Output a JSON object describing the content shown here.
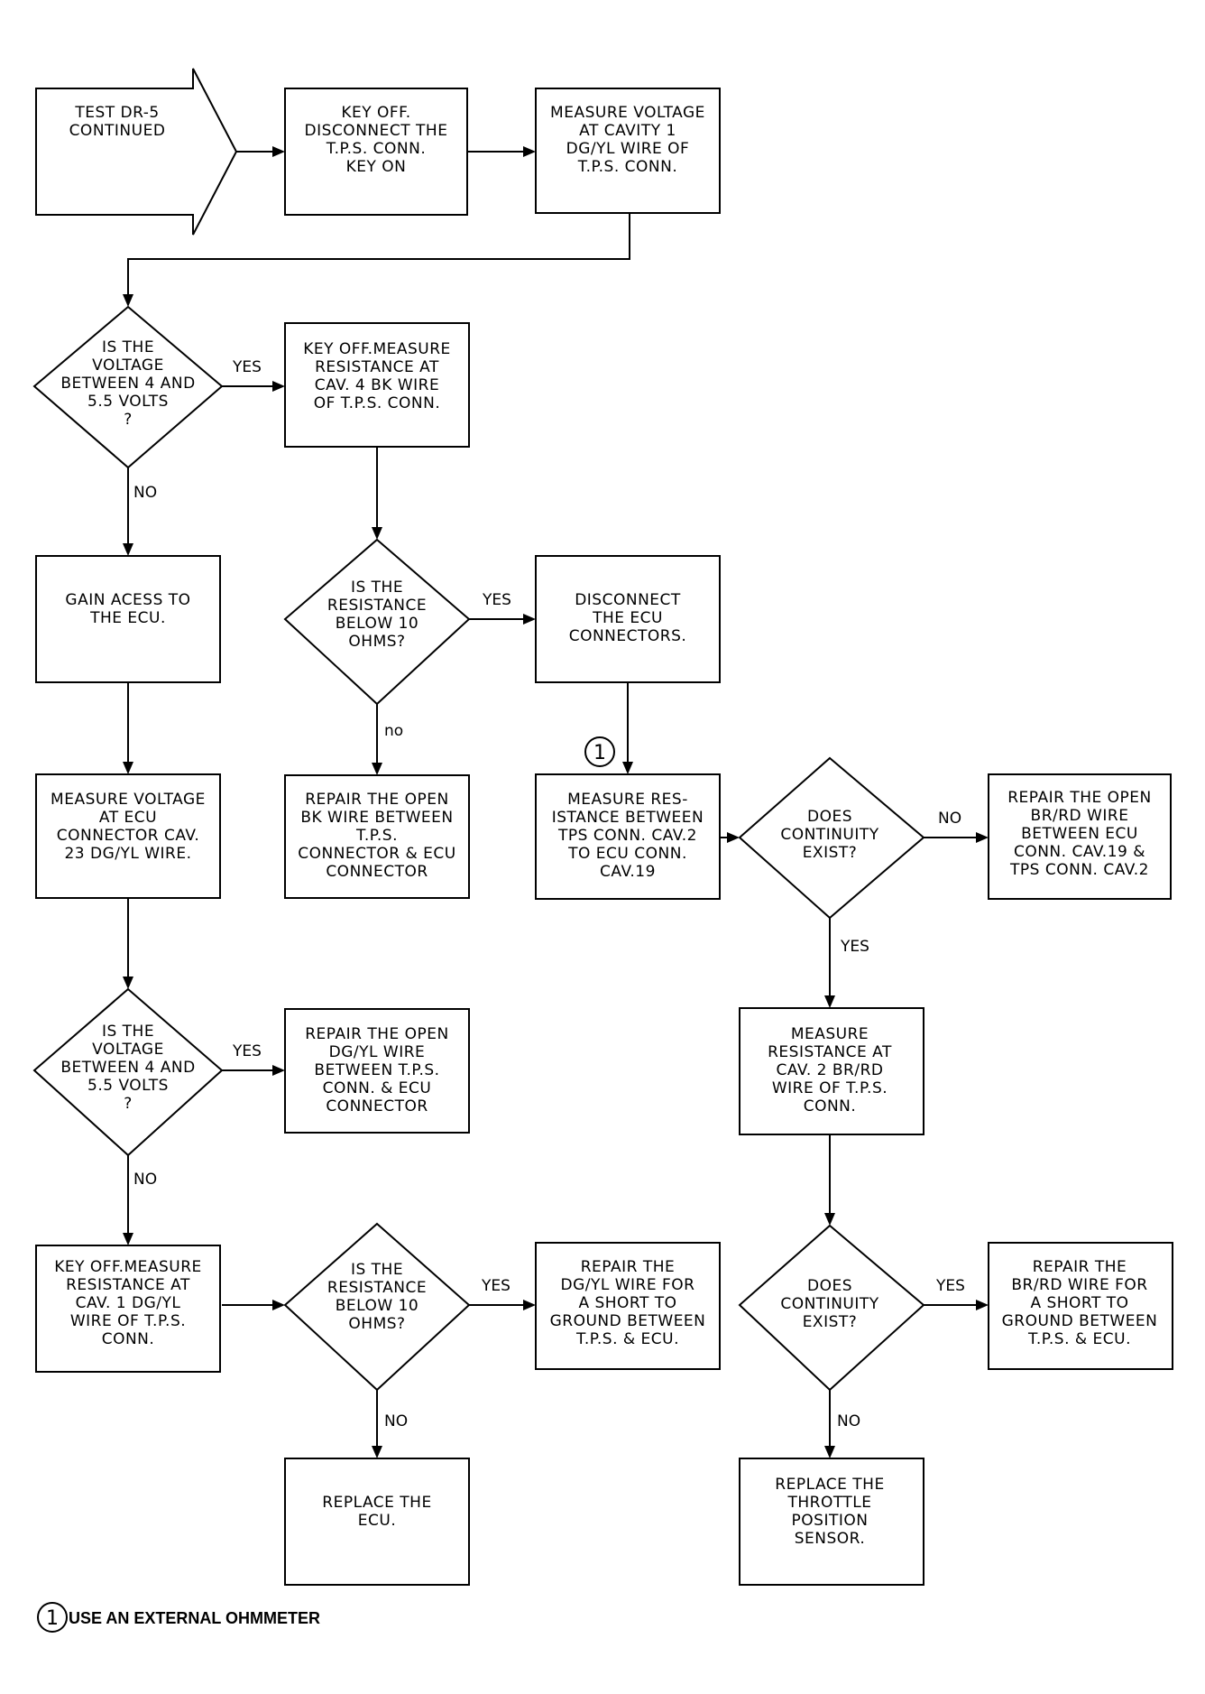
{
  "nodes": {
    "start": [
      "TEST DR-5",
      "CONTINUED"
    ],
    "key_off_disconnect": [
      "KEY OFF.",
      "DISCONNECT THE",
      "T.P.S. CONN.",
      "KEY ON"
    ],
    "measure_cav1": [
      "MEASURE VOLTAGE",
      "AT CAVITY 1",
      "DG/YL WIRE OF",
      "T.P.S. CONN."
    ],
    "voltage_check_1": [
      "IS THE",
      "VOLTAGE",
      "BETWEEN 4 AND",
      "5.5 VOLTS",
      "?"
    ],
    "measure_res_cav4": [
      "KEY OFF.MEASURE",
      "RESISTANCE AT",
      "CAV. 4 BK WIRE",
      "OF T.P.S. CONN."
    ],
    "gain_access": [
      "GAIN ACESS TO",
      "THE ECU."
    ],
    "resistance_check_1": [
      "IS THE",
      "RESISTANCE",
      "BELOW 10",
      "OHMS?"
    ],
    "disconnect_ecu": [
      "DISCONNECT",
      "THE ECU",
      "CONNECTORS."
    ],
    "measure_ecu_cav23": [
      "MEASURE VOLTAGE",
      "AT ECU",
      "CONNECTOR CAV.",
      "23 DG/YL WIRE."
    ],
    "repair_bk": [
      "REPAIR THE OPEN",
      "BK WIRE BETWEEN",
      "T.P.S.",
      "CONNECTOR & ECU",
      "CONNECTOR"
    ],
    "measure_res_cav2_19": [
      "MEASURE RES-",
      "ISTANCE BETWEEN",
      "TPS CONN. CAV.2",
      "TO ECU CONN.",
      "CAV.19"
    ],
    "continuity_check_1": [
      "DOES",
      "CONTINUITY",
      "EXIST?"
    ],
    "repair_br_rd_open": [
      "REPAIR THE OPEN",
      "BR/RD WIRE",
      "BETWEEN ECU",
      "CONN. CAV.19 &",
      "TPS CONN. CAV.2"
    ],
    "voltage_check_2": [
      "IS THE",
      "VOLTAGE",
      "BETWEEN 4 AND",
      "5.5 VOLTS",
      "?"
    ],
    "repair_dg_yl_open": [
      "REPAIR THE OPEN",
      "DG/YL WIRE",
      "BETWEEN T.P.S.",
      "CONN. & ECU",
      "CONNECTOR"
    ],
    "measure_res_cav2_br": [
      "MEASURE",
      "RESISTANCE AT",
      "CAV. 2 BR/RD",
      "WIRE OF T.P.S.",
      "CONN."
    ],
    "measure_res_cav1": [
      "KEY OFF.MEASURE",
      "RESISTANCE AT",
      "CAV. 1 DG/YL",
      "WIRE OF T.P.S.",
      "CONN."
    ],
    "resistance_check_2": [
      "IS THE",
      "RESISTANCE",
      "BELOW 10",
      "OHMS?"
    ],
    "repair_dg_yl_short": [
      "REPAIR THE",
      "DG/YL WIRE FOR",
      "A SHORT TO",
      "GROUND BETWEEN",
      "T.P.S. & ECU."
    ],
    "continuity_check_2": [
      "DOES",
      "CONTINUITY",
      "EXIST?"
    ],
    "repair_br_rd_short": [
      "REPAIR THE",
      "BR/RD WIRE FOR",
      "A SHORT TO",
      "GROUND BETWEEN",
      "T.P.S. & ECU."
    ],
    "replace_ecu": [
      "REPLACE THE",
      "ECU."
    ],
    "replace_tps": [
      "REPLACE THE",
      "THROTTLE",
      "POSITION",
      "SENSOR."
    ]
  },
  "edge_labels": {
    "yes": "YES",
    "no": "NO",
    "no_lower": "no"
  },
  "footnote": {
    "marker": "1",
    "text": "USE AN EXTERNAL OHMMETER"
  }
}
